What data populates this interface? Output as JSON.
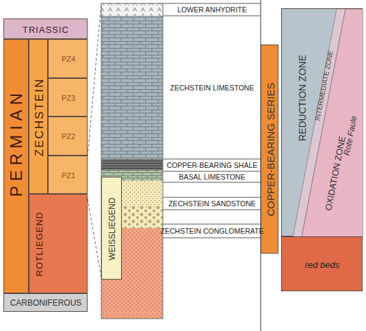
{
  "diagram": {
    "nodes": [
      {
        "text": [
          "TRIASSIC"
        ]
      },
      {
        "text": [
          "PERMIAN"
        ]
      },
      {
        "text": [
          "ZECHSTEIN"
        ]
      },
      {
        "text": [
          "PZ4"
        ]
      },
      {
        "text": [
          "PZ3"
        ]
      },
      {
        "text": [
          "PZ2"
        ]
      },
      {
        "text": [
          "PZ1"
        ]
      },
      {
        "text": [
          "ROTLIEGEND"
        ]
      },
      {
        "text": [
          "CARBONIFEROUS"
        ]
      },
      {
        "text": [
          "WEISSLIEGEND"
        ]
      },
      {
        "text": [
          "COPPER-BEARING SERIES"
        ]
      },
      {
        "text": [
          "REDUCTION ZONE"
        ]
      },
      {
        "text": [
          "INTERMEDIATE ZONE"
        ],
        "in": 11
      },
      {
        "text": [
          "OXIDATION ZONE",
          "Rote Faule"
        ],
        "in": 11
      },
      {
        "text": [
          "red beds"
        ]
      }
    ],
    "labels": [
      "LOWER ANHYDRITE",
      "ZECHSTEIN LIMESTONE",
      "COPPER-BEARING SHALE",
      "BASAL LIMESTONE",
      "ZECHSTEIN SANDSTONE",
      "ZECHSTEIN CONGLOMERATE"
    ]
  }
}
